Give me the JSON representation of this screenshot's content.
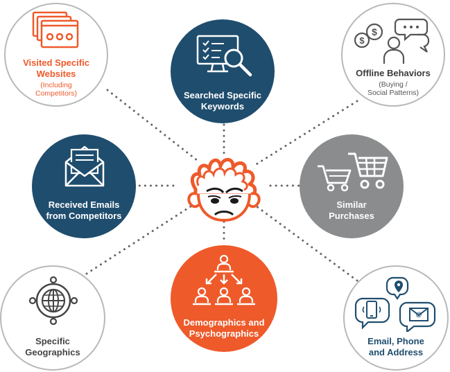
{
  "colors": {
    "navy": "#1f4d6e",
    "orange": "#ee5a2a",
    "gray": "#8a8c8e",
    "light_gray_ring": "#b7b8ba",
    "text_dark": "#3b3b3b",
    "text_gray": "#555555",
    "dots": "#666666"
  },
  "center": {
    "icon": "frustrated-face-icon"
  },
  "nodes": {
    "visited_websites": {
      "title_line1": "Visited Specific",
      "title_line2": "Websites",
      "sub_line1": "(Including",
      "sub_line2": "Competitors)",
      "icon": "browser-windows-icon"
    },
    "searched_keywords": {
      "title_line1": "Searched Specific",
      "title_line2": "Keywords",
      "icon": "monitor-search-icon"
    },
    "offline_behaviors": {
      "title_line1": "Offline Behaviors",
      "sub_line1": "(Buying /",
      "sub_line2": "Social Patterns)",
      "icon": "person-money-chat-icon"
    },
    "received_emails": {
      "title_line1": "Received Emails",
      "title_line2": "from Competitors",
      "icon": "open-envelope-icon"
    },
    "similar_purchases": {
      "title_line1": "Similar",
      "title_line2": "Purchases",
      "icon": "shopping-carts-icon"
    },
    "specific_geographics": {
      "title_line1": "Specific",
      "title_line2": "Geographics",
      "icon": "globe-target-icon"
    },
    "demographics": {
      "title_line1": "Demographics and",
      "title_line2": "Psychographics",
      "icon": "org-chart-people-icon"
    },
    "email_phone_address": {
      "title_line1": "Email, Phone",
      "title_line2": "and Address",
      "icon": "location-phone-email-icon"
    }
  }
}
